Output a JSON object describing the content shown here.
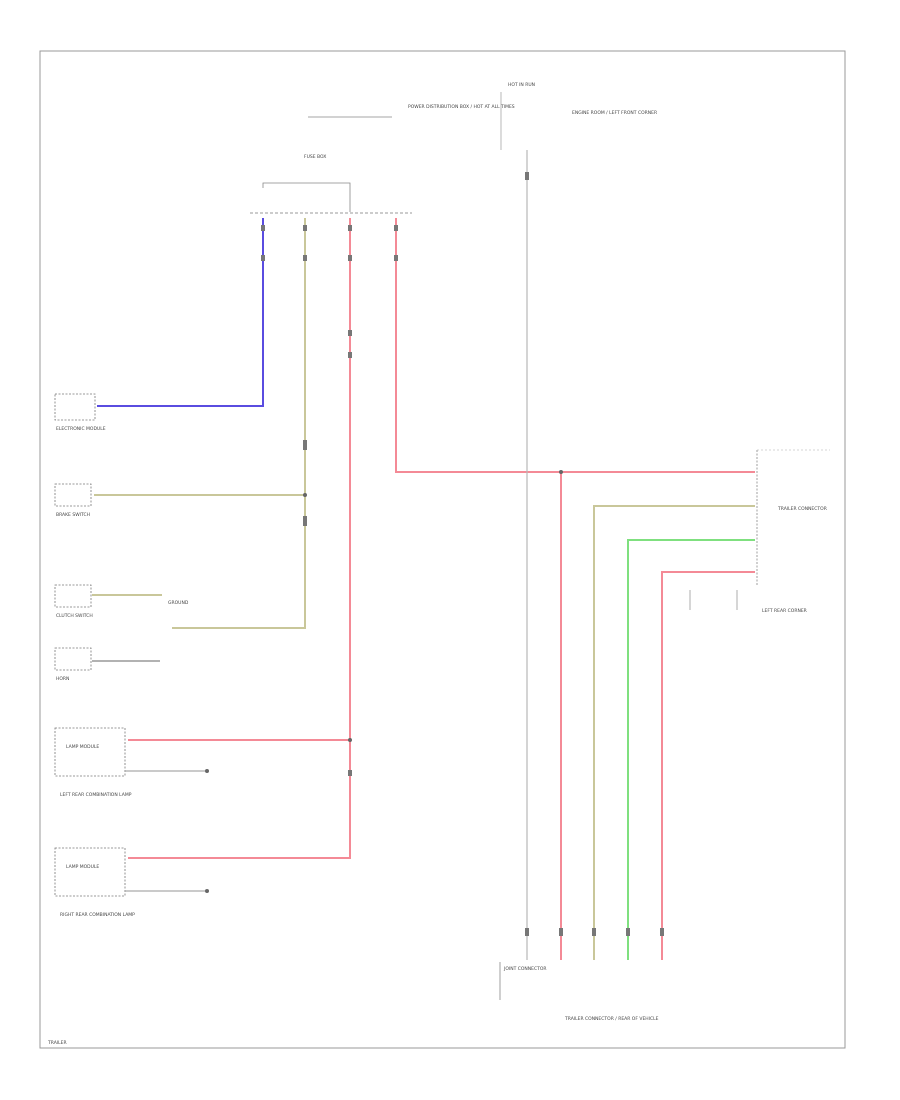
{
  "labels": {
    "top_note": "POWER DISTRIBUTION BOX / HOT AT ALL TIMES",
    "hot_label": "HOT IN RUN",
    "right_note": "ENGINE ROOM / LEFT FRONT CORNER",
    "fuse_box": "FUSE BOX",
    "electronic_module": "ELECTRONIC MODULE",
    "brake_switch": "BRAKE SWITCH",
    "clutch_switch": "CLUTCH SWITCH",
    "horn": "HORN",
    "lamp_module": "LAMP MODULE",
    "left_lamp": "LEFT REAR COMBINATION LAMP",
    "right_lamp": "RIGHT REAR COMBINATION LAMP",
    "trailer_connector": "TRAILER CONNECTOR",
    "right_connector_note": "LEFT REAR CORNER",
    "bottom_left_tag": "JOINT CONNECTOR",
    "bottom_note": "TRAILER CONNECTOR / REAR OF VEHICLE",
    "ground": "GROUND",
    "corner_tag": "TRAILER"
  },
  "wire_colors": {
    "red": "#f48a96",
    "blue": "#5a4ce0",
    "tan": "#c9c79a",
    "green": "#7fe07f",
    "grey": "#b8b8b8"
  }
}
